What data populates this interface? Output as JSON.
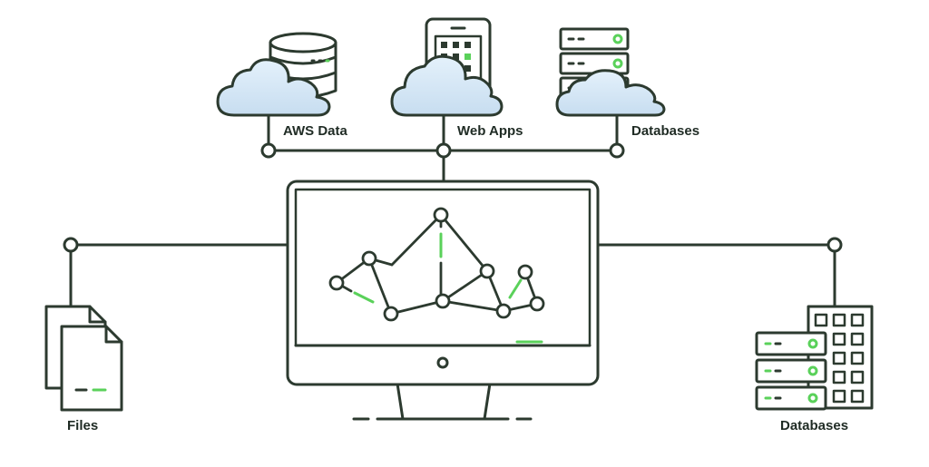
{
  "nodes": {
    "aws_data": "AWS Data",
    "web_apps": "Web Apps",
    "databases_top": "Databases",
    "files": "Files",
    "databases_bottom": "Databases"
  },
  "colors": {
    "stroke": "#2c3a2f",
    "accent": "#5ad15a",
    "cloud_fill": "#d7e9f7"
  },
  "icons": [
    "cloud-icon",
    "database-icon",
    "tablet-icon",
    "server-rack-icon",
    "document-icon",
    "monitor-icon",
    "network-graph-icon",
    "building-icon"
  ]
}
